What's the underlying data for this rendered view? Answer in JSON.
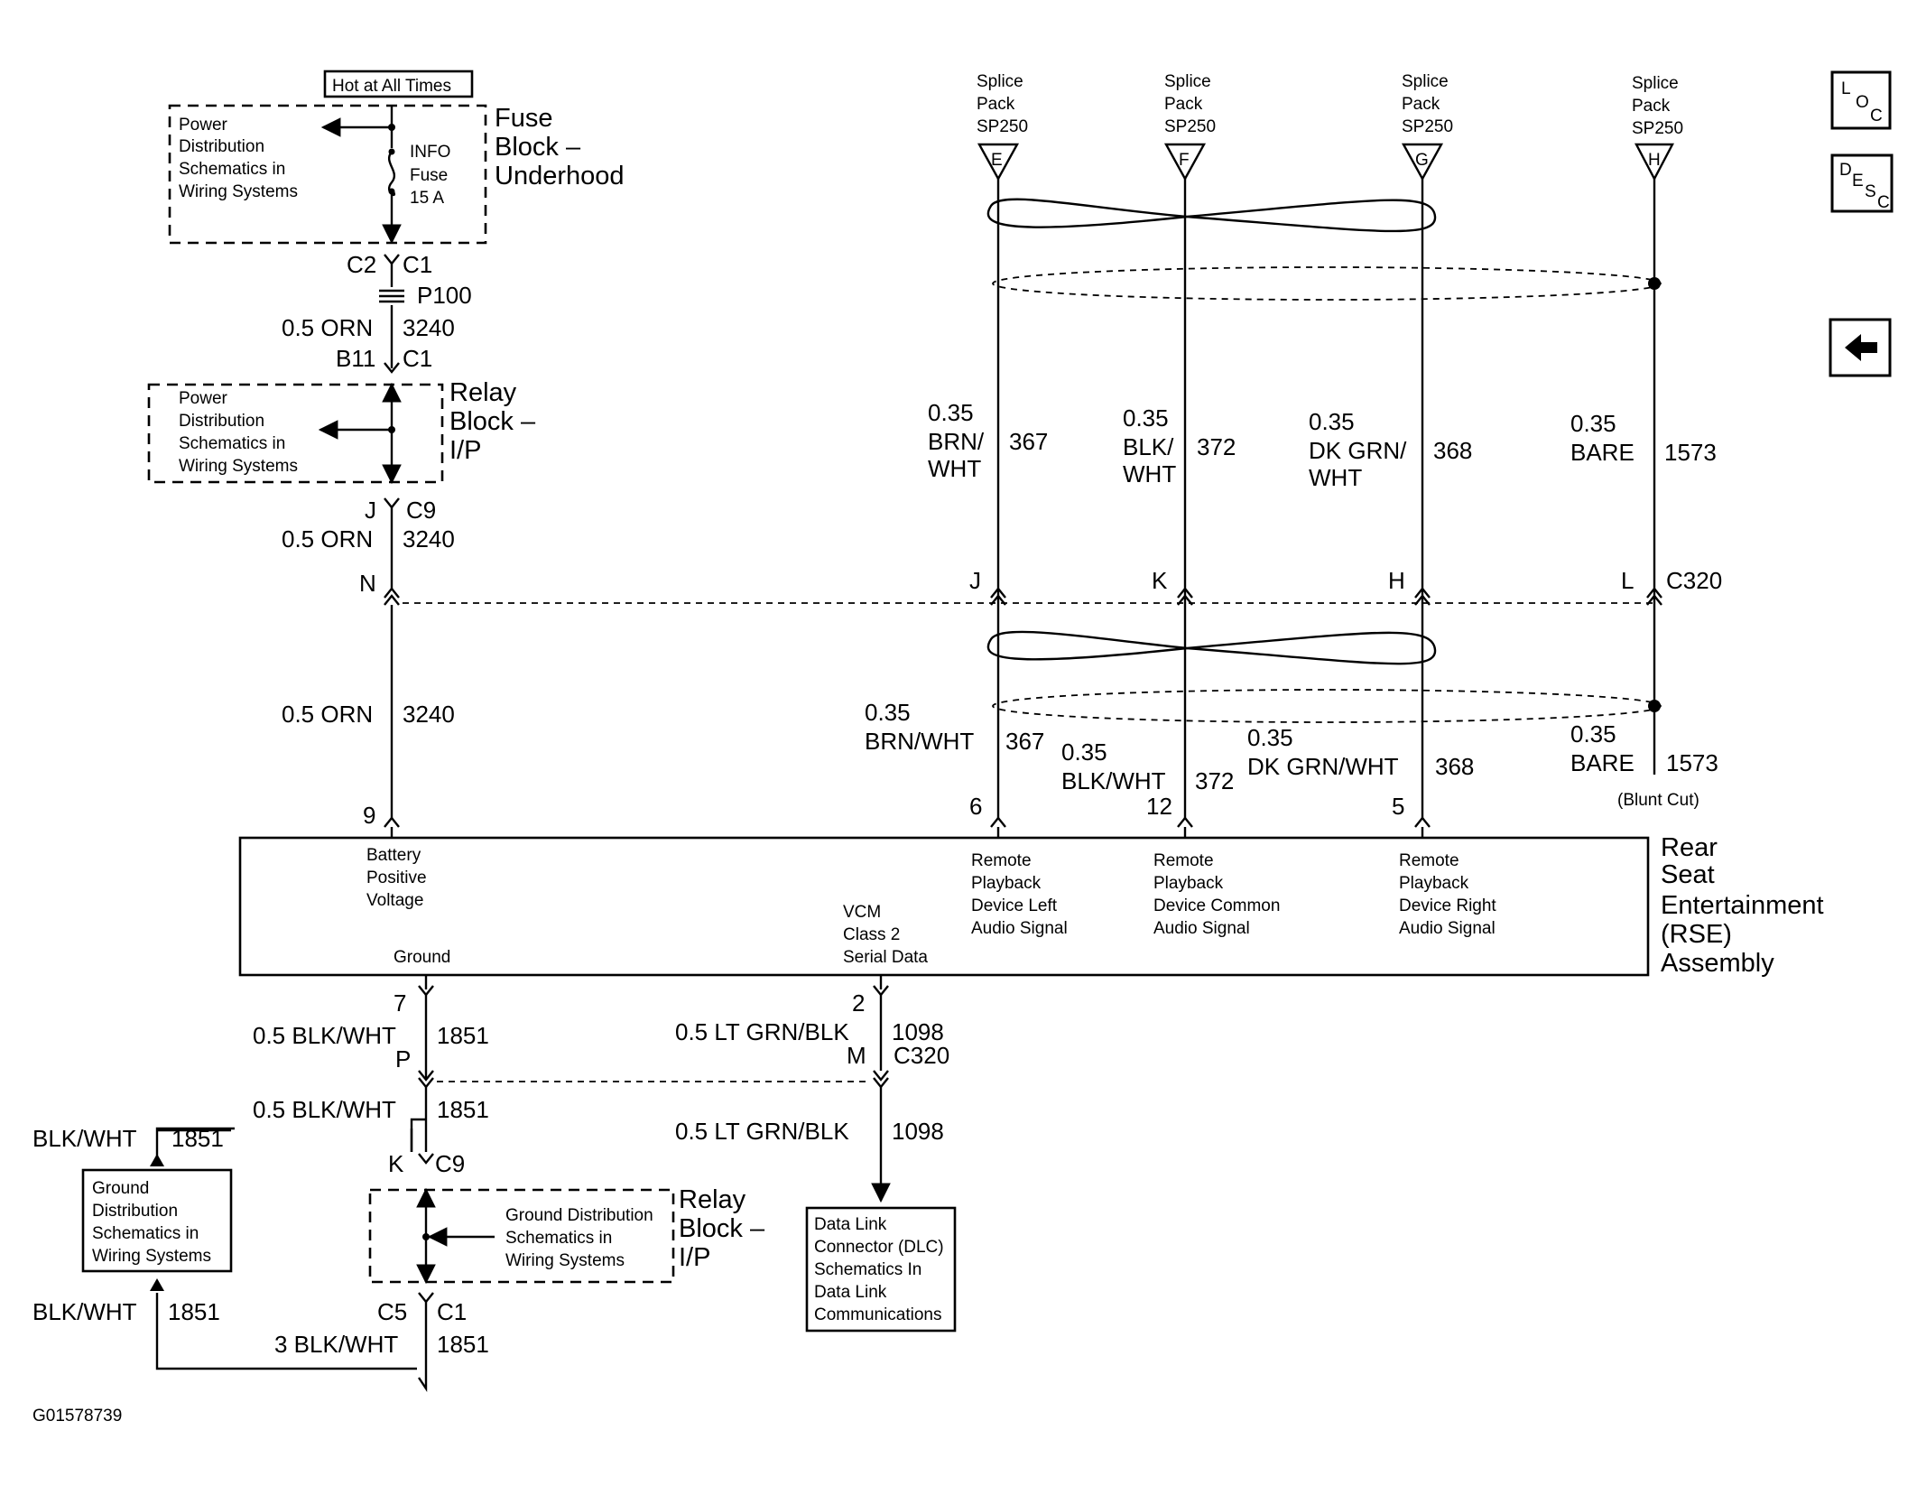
{
  "power_source": {
    "hot_label": "Hot at All Times",
    "fuse_box_name": [
      "Fuse",
      "Block –",
      "Underhood"
    ],
    "ref_schematic": [
      "Power",
      "Distribution",
      "Schematics in",
      "Wiring Systems"
    ],
    "fuse": [
      "INFO",
      "Fuse",
      "15 A"
    ]
  },
  "relay_block_top": {
    "name": [
      "Relay",
      "Block –",
      "I/P"
    ],
    "ref_schematic": [
      "Power",
      "Distribution",
      "Schematics in",
      "Wiring Systems"
    ]
  },
  "power_circuit": {
    "c2": "C2",
    "c1": "C1",
    "p100": "P100",
    "wire1": "0.5 ORN",
    "circuit1": "3240",
    "b11": "B11",
    "c1b": "C1",
    "j": "J",
    "c9": "C9",
    "wire2": "0.5 ORN",
    "circuit2": "3240",
    "n": "N",
    "wire3": "0.5 ORN",
    "circuit3": "3240",
    "pin9": "9"
  },
  "splice_packs": [
    {
      "line1": "Splice",
      "line2": "Pack",
      "line3": "SP250",
      "letter": "E"
    },
    {
      "line1": "Splice",
      "line2": "Pack",
      "line3": "SP250",
      "letter": "F"
    },
    {
      "line1": "Splice",
      "line2": "Pack",
      "line3": "SP250",
      "letter": "G"
    },
    {
      "line1": "Splice",
      "line2": "Pack",
      "line3": "SP250",
      "letter": "H"
    }
  ],
  "upper_wires": [
    {
      "gauge": "0.35",
      "color1": "BRN/",
      "color2": "WHT",
      "circuit": "367"
    },
    {
      "gauge": "0.35",
      "color1": "BLK/",
      "color2": "WHT",
      "circuit": "372"
    },
    {
      "gauge": "0.35",
      "color1": "DK GRN/",
      "color2": "WHT",
      "circuit": "368"
    },
    {
      "gauge": "0.35",
      "color1": "BARE",
      "circuit": "1573"
    }
  ],
  "c320_pins": [
    "J",
    "K",
    "H",
    "L"
  ],
  "c320_label": "C320",
  "lower_wires": [
    {
      "gauge": "0.35",
      "color": "BRN/WHT",
      "circuit": "367",
      "pin": "6"
    },
    {
      "gauge": "0.35",
      "color": "BLK/WHT",
      "circuit": "372",
      "pin": "12"
    },
    {
      "gauge": "0.35",
      "color": "DK GRN/WHT",
      "circuit": "368",
      "pin": "5"
    },
    {
      "gauge": "0.35",
      "color": "BARE",
      "circuit": "1573",
      "note": "(Blunt Cut)"
    }
  ],
  "rse": {
    "name": [
      "Rear",
      "Seat",
      "Entertainment",
      "(RSE)",
      "Assembly"
    ],
    "battery": [
      "Battery",
      "Positive",
      "Voltage"
    ],
    "ground": "Ground",
    "vcm": [
      "VCM",
      "Class 2",
      "Serial Data"
    ],
    "rp_left": [
      "Remote",
      "Playback",
      "Device Left",
      "Audio Signal"
    ],
    "rp_common": [
      "Remote",
      "Playback",
      "Device Common",
      "Audio Signal"
    ],
    "rp_right": [
      "Remote",
      "Playback",
      "Device Right",
      "Audio Signal"
    ]
  },
  "ground_circuit": {
    "pin7": "7",
    "wire1": "0.5 BLK/WHT",
    "circuit1": "1851",
    "p": "P",
    "wire2": "0.5 BLK/WHT",
    "circuit2": "1851",
    "k": "K",
    "c9": "C9",
    "c5": "C5",
    "c1": "C1",
    "wire3": "3 BLK/WHT",
    "circuit3": "1851",
    "left_top_color": "BLK/WHT",
    "left_top_circuit": "1851",
    "left_bot_color": "BLK/WHT",
    "left_bot_circuit": "1851"
  },
  "ground_ref": [
    "Ground",
    "Distribution",
    "Schematics in",
    "Wiring Systems"
  ],
  "relay_block_bottom": {
    "name": [
      "Relay",
      "Block –",
      "I/P"
    ],
    "ref_schematic": [
      "Ground Distribution",
      "Schematics in",
      "Wiring Systems"
    ]
  },
  "data_circuit": {
    "pin2": "2",
    "wire1": "0.5 LT GRN/BLK",
    "circuit1": "1098",
    "m": "M",
    "c320": "C320",
    "wire2": "0.5 LT GRN/BLK",
    "circuit2": "1098"
  },
  "dlc_ref": [
    "Data Link",
    "Connector (DLC)",
    "Schematics In",
    "Data Link",
    "Communications"
  ],
  "side_buttons": {
    "loc": [
      "L",
      "O",
      "C"
    ],
    "desc": [
      "D",
      "E",
      "S",
      "C"
    ]
  },
  "figure_id": "G01578739"
}
